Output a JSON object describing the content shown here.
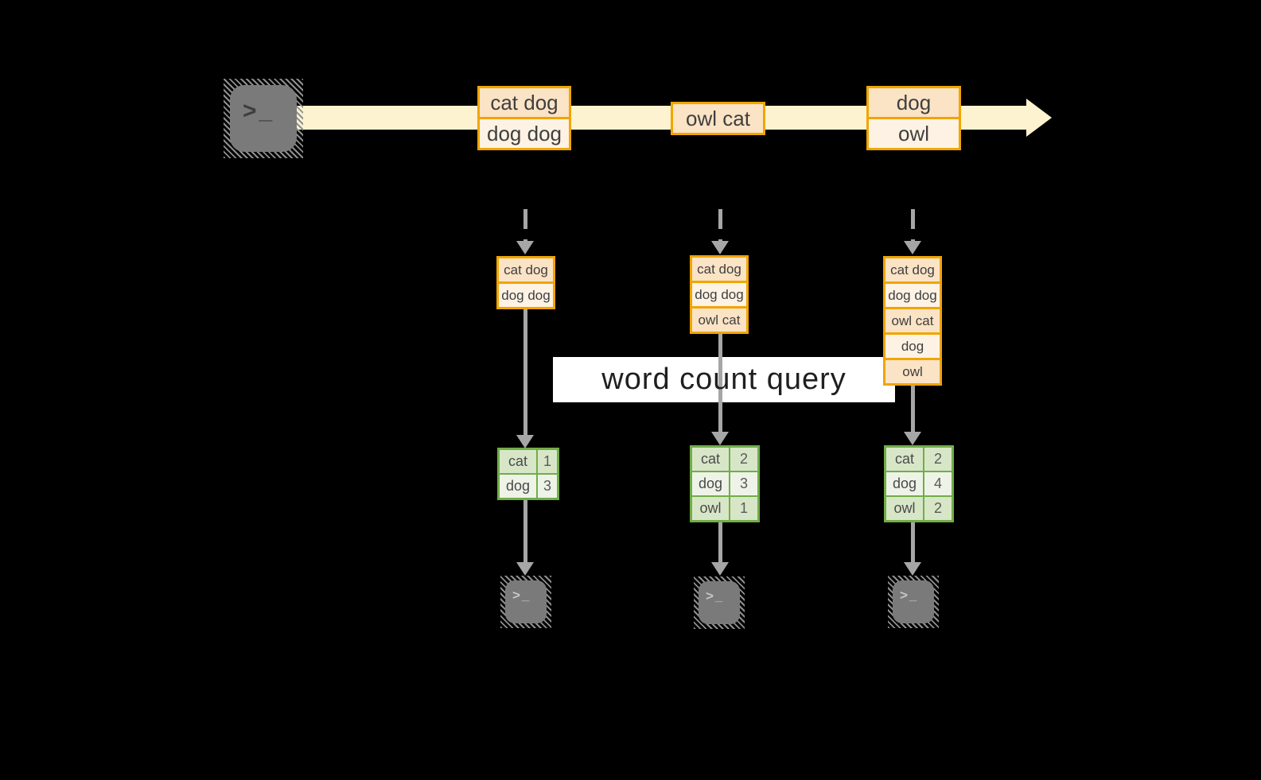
{
  "colors": {
    "background": "#000000",
    "stream_band": "#fdf3d0",
    "record_border": "#f0a500",
    "record_fill_peach": "#fbe3c5",
    "record_fill_cream": "#fdf2e3",
    "table_border": "#71ad47",
    "table_fill_green": "#d8e6c8",
    "table_fill_light": "#eef3e8",
    "arrow_gray": "#a6a6a6",
    "terminal_gray": "#7a7a7a",
    "banner_background": "#ffffff",
    "text_dark": "#3f3f3f"
  },
  "terminal_glyph": ">_",
  "stream": {
    "records": [
      {
        "rows": [
          "cat dog",
          "dog dog"
        ]
      },
      {
        "rows": [
          "owl cat"
        ]
      },
      {
        "rows": [
          "dog",
          "owl"
        ]
      }
    ]
  },
  "banner": {
    "label": "word count query"
  },
  "columns": [
    {
      "buffer": [
        "cat dog",
        "dog dog"
      ],
      "counts": [
        {
          "word": "cat",
          "count": "1"
        },
        {
          "word": "dog",
          "count": "3"
        }
      ]
    },
    {
      "buffer": [
        "cat dog",
        "dog dog",
        "owl cat"
      ],
      "counts": [
        {
          "word": "cat",
          "count": "2"
        },
        {
          "word": "dog",
          "count": "3"
        },
        {
          "word": "owl",
          "count": "1"
        }
      ]
    },
    {
      "buffer": [
        "cat dog",
        "dog dog",
        "owl cat",
        "dog",
        "owl"
      ],
      "counts": [
        {
          "word": "cat",
          "count": "2"
        },
        {
          "word": "dog",
          "count": "4"
        },
        {
          "word": "owl",
          "count": "2"
        }
      ]
    }
  ]
}
